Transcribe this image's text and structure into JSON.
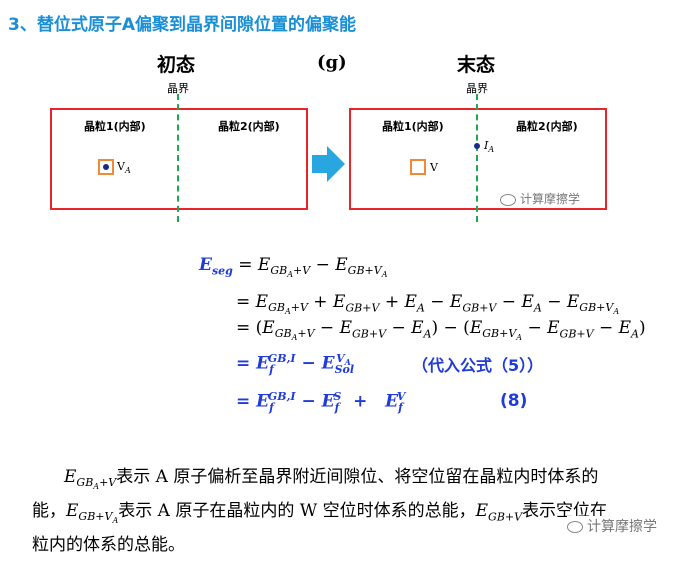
{
  "heading": "3、替位式原子A偏聚到晶界间隙位置的偏聚能",
  "figure": {
    "initial_title": "初态",
    "label_g": "(g)",
    "final_title": "末态",
    "gb_label": "晶界",
    "grain1": "晶粒1(内部)",
    "grain2": "晶粒2(内部)",
    "va_label": "V",
    "va_sub": "A",
    "ia_label": "I",
    "ia_sub": "A",
    "v_label": "V",
    "colors": {
      "box": "#e8262a",
      "gb_line": "#1daa4c",
      "vacancy": "#ef8a3a",
      "arrow": "#27a6e0",
      "atom": "#1b2a8a"
    }
  },
  "equations": {
    "line1": "E_seg = E_{GB_A+V} − E_{GB+V_A}",
    "line2": "= E_{GB_A+V} + E_{GB+V} + E_A − E_{GB+V} − E_A − E_{GB+V_A}",
    "line3": "= (E_{GB_A+V} − E_{GB+V} − E_A) − (E_{GB+V_A} − E_{GB+V} − E_A)",
    "line4": "= E_f^{GB,I} − E_Sol^{V_A}",
    "line4_note": "（代入公式（5））",
    "line5": "= E_f^{GB,I} − E_f^S + E_f^V",
    "eq_number": "(8)"
  },
  "paragraph": {
    "line1_text": "表示 A 原子偏析至晶界附近间隙位、将空位留在晶粒内时体系的",
    "line2_a": "能，",
    "line2_b": "表示 A 原子在晶粒内的 W 空位时体系的总能，",
    "line2_c": "表示空位在",
    "line3": "粒内的体系的总能。"
  },
  "watermark": "计算摩擦学"
}
